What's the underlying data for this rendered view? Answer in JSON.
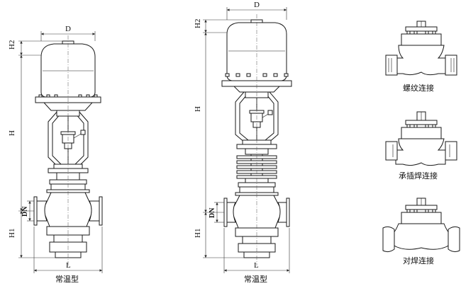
{
  "left_valve": {
    "dim_D": "D",
    "dim_H2": "H2",
    "dim_H": "H",
    "dim_DN": "DN",
    "dim_H1": "H1",
    "dim_L": "L",
    "caption": "常温型"
  },
  "right_valve": {
    "dim_D": "D",
    "dim_H2": "H2",
    "dim_H": "H",
    "dim_DN": "DN",
    "dim_H1": "H1",
    "dim_L": "L",
    "caption": "常温型"
  },
  "connections": [
    {
      "caption": "螺纹连接"
    },
    {
      "caption": "承插焊连接"
    },
    {
      "caption": "对焊连接"
    }
  ]
}
